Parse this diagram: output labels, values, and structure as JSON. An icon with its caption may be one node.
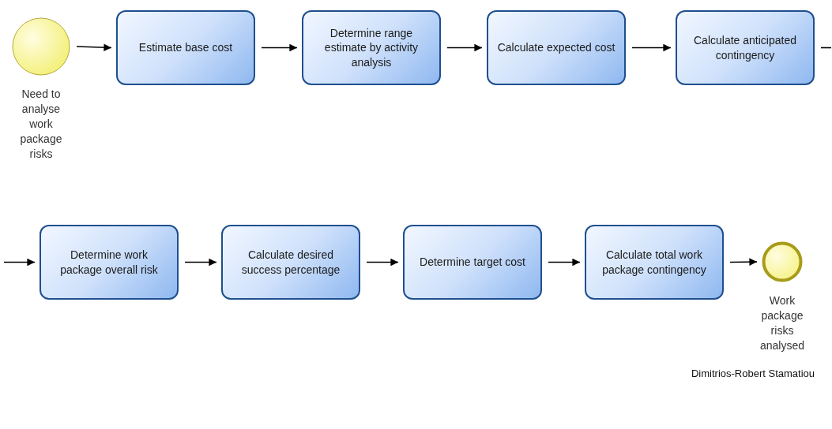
{
  "diagram": {
    "nodes": [
      {
        "text": [
          "Need to analyse work package risks"
        ]
      },
      {
        "text": [
          "Estimate base cost"
        ]
      },
      {
        "text": [
          "Determine range estimate by activity analysis"
        ]
      },
      {
        "text": [
          "Calculate expected cost"
        ]
      },
      {
        "text": [
          "Calculate anticipated contingency"
        ]
      },
      {
        "text": [
          "Determine work package overall risk"
        ]
      },
      {
        "text": [
          "Calculate desired success percentage"
        ]
      },
      {
        "text": [
          "Determine target cost"
        ]
      },
      {
        "text": [
          "Calculate total work package contingency"
        ]
      },
      {
        "text": [
          "Work package risks analysed"
        ]
      }
    ],
    "edges": [
      {
        "from": 0,
        "to": 1,
        "arrow": "to"
      },
      {
        "from": 1,
        "to": 2,
        "arrow": "to"
      },
      {
        "from": 2,
        "to": 3,
        "arrow": "to"
      },
      {
        "from": 3,
        "to": 4,
        "arrow": "to"
      },
      {
        "from": 4,
        "to": null,
        "arrow": "none"
      },
      {
        "from": null,
        "to": 5,
        "arrow": "to"
      },
      {
        "from": 5,
        "to": 6,
        "arrow": "to"
      },
      {
        "from": 6,
        "to": 7,
        "arrow": "to"
      },
      {
        "from": 7,
        "to": 8,
        "arrow": "to"
      },
      {
        "from": 8,
        "to": 9,
        "arrow": "to"
      }
    ],
    "labels": [
      "Dimitrios-Robert Stamatiou"
    ]
  }
}
